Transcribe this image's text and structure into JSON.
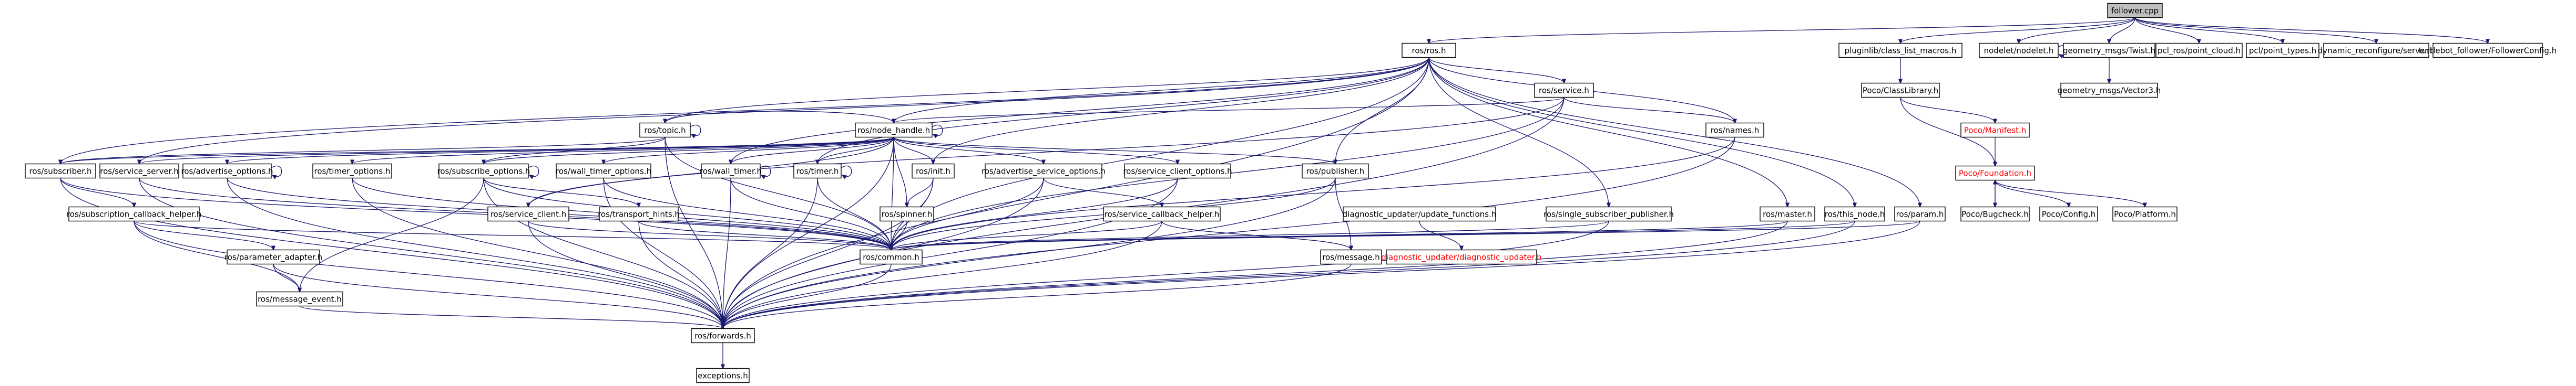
{
  "diagram": {
    "root": "follower.cpp",
    "nodes": [
      {
        "id": "n_follower",
        "label": "follower.cpp",
        "root": true
      },
      {
        "id": "n_ros",
        "label": "ros/ros.h"
      },
      {
        "id": "n_pluginlib",
        "label": "pluginlib/class_list_macros.h"
      },
      {
        "id": "n_nodelet",
        "label": "nodelet/nodelet.h"
      },
      {
        "id": "n_geotwist",
        "label": "geometry_msgs/Twist.h"
      },
      {
        "id": "n_pclros",
        "label": "pcl_ros/point_cloud.h"
      },
      {
        "id": "n_pcltypes",
        "label": "pcl/point_types.h"
      },
      {
        "id": "n_dynreconf",
        "label": "dynamic_reconfigure/server.h"
      },
      {
        "id": "n_turtlebot",
        "label": "turtlebot_follower/FollowerConfig.h"
      },
      {
        "id": "n_classlib",
        "label": "Poco/ClassLibrary.h"
      },
      {
        "id": "n_vector3",
        "label": "geometry_msgs/Vector3.h"
      },
      {
        "id": "n_manifest",
        "label": "Poco/Manifest.h",
        "broken": true
      },
      {
        "id": "n_foundation",
        "label": "Poco/Foundation.h",
        "broken": true
      },
      {
        "id": "n_bugcheck",
        "label": "Poco/Bugcheck.h"
      },
      {
        "id": "n_pococonfig",
        "label": "Poco/Config.h"
      },
      {
        "id": "n_platform",
        "label": "Poco/Platform.h"
      },
      {
        "id": "n_service",
        "label": "ros/service.h"
      },
      {
        "id": "n_names",
        "label": "ros/names.h"
      },
      {
        "id": "n_topic",
        "label": "ros/topic.h"
      },
      {
        "id": "n_nodehandle",
        "label": "ros/node_handle.h"
      },
      {
        "id": "n_subscriber",
        "label": "ros/subscriber.h"
      },
      {
        "id": "n_serviceserver",
        "label": "ros/service_server.h"
      },
      {
        "id": "n_advopts",
        "label": "ros/advertise_options.h"
      },
      {
        "id": "n_timeropts",
        "label": "ros/timer_options.h"
      },
      {
        "id": "n_subopts",
        "label": "ros/subscribe_options.h"
      },
      {
        "id": "n_walltimeropts",
        "label": "ros/wall_timer_options.h"
      },
      {
        "id": "n_walltimer",
        "label": "ros/wall_timer.h"
      },
      {
        "id": "n_timer",
        "label": "ros/timer.h"
      },
      {
        "id": "n_init",
        "label": "ros/init.h"
      },
      {
        "id": "n_advsrvopts",
        "label": "ros/advertise_service_options.h"
      },
      {
        "id": "n_srvclientopts",
        "label": "ros/service_client_options.h"
      },
      {
        "id": "n_publisher",
        "label": "ros/publisher.h"
      },
      {
        "id": "n_subcbhelper",
        "label": "ros/subscription_callback_helper.h"
      },
      {
        "id": "n_serviceclient",
        "label": "ros/service_client.h"
      },
      {
        "id": "n_transporthints",
        "label": "ros/transport_hints.h"
      },
      {
        "id": "n_spinner",
        "label": "ros/spinner.h"
      },
      {
        "id": "n_srvcbhelper",
        "label": "ros/service_callback_helper.h"
      },
      {
        "id": "n_diagupdfn",
        "label": "diagnostic_updater/update_functions.h"
      },
      {
        "id": "n_singlesubpub",
        "label": "ros/single_subscriber_publisher.h"
      },
      {
        "id": "n_master",
        "label": "ros/master.h"
      },
      {
        "id": "n_thisnode",
        "label": "ros/this_node.h"
      },
      {
        "id": "n_param",
        "label": "ros/param.h"
      },
      {
        "id": "n_paramadapter",
        "label": "ros/parameter_adapter.h"
      },
      {
        "id": "n_common",
        "label": "ros/common.h"
      },
      {
        "id": "n_message",
        "label": "ros/message.h"
      },
      {
        "id": "n_diagupd",
        "label": "diagnostic_updater/diagnostic_updater.h",
        "broken": true
      },
      {
        "id": "n_msgevent",
        "label": "ros/message_event.h"
      },
      {
        "id": "n_forwards",
        "label": "ros/forwards.h"
      },
      {
        "id": "n_exceptions",
        "label": "exceptions.h"
      }
    ],
    "edges": [
      [
        "n_follower",
        "n_ros"
      ],
      [
        "n_follower",
        "n_pluginlib"
      ],
      [
        "n_follower",
        "n_nodelet"
      ],
      [
        "n_follower",
        "n_geotwist"
      ],
      [
        "n_follower",
        "n_pclros"
      ],
      [
        "n_follower",
        "n_pcltypes"
      ],
      [
        "n_follower",
        "n_dynreconf"
      ],
      [
        "n_follower",
        "n_turtlebot"
      ],
      [
        "n_nodelet",
        "n_nodelet"
      ],
      [
        "n_pluginlib",
        "n_classlib"
      ],
      [
        "n_geotwist",
        "n_vector3"
      ],
      [
        "n_classlib",
        "n_manifest"
      ],
      [
        "n_classlib",
        "n_foundation"
      ],
      [
        "n_manifest",
        "n_foundation"
      ],
      [
        "n_foundation",
        "n_bugcheck"
      ],
      [
        "n_bugcheck",
        "n_foundation"
      ],
      [
        "n_foundation",
        "n_pococonfig"
      ],
      [
        "n_foundation",
        "n_platform"
      ],
      [
        "n_ros",
        "n_service"
      ],
      [
        "n_ros",
        "n_names"
      ],
      [
        "n_ros",
        "n_topic"
      ],
      [
        "n_ros",
        "n_nodehandle"
      ],
      [
        "n_ros",
        "n_init"
      ],
      [
        "n_ros",
        "n_publisher"
      ],
      [
        "n_ros",
        "n_timer"
      ],
      [
        "n_ros",
        "n_walltimer"
      ],
      [
        "n_ros",
        "n_singlesubpub"
      ],
      [
        "n_ros",
        "n_master"
      ],
      [
        "n_ros",
        "n_thisnode"
      ],
      [
        "n_ros",
        "n_param"
      ],
      [
        "n_ros",
        "n_common"
      ],
      [
        "n_ros",
        "n_forwards"
      ],
      [
        "n_ros",
        "n_serviceserver"
      ],
      [
        "n_ros",
        "n_subscriber"
      ],
      [
        "n_service",
        "n_nodehandle"
      ],
      [
        "n_service",
        "n_names"
      ],
      [
        "n_service",
        "n_common"
      ],
      [
        "n_service",
        "n_forwards"
      ],
      [
        "n_service",
        "n_serviceclient"
      ],
      [
        "n_topic",
        "n_nodehandle"
      ],
      [
        "n_topic",
        "n_subscriber"
      ],
      [
        "n_topic",
        "n_subopts"
      ],
      [
        "n_topic",
        "n_common"
      ],
      [
        "n_topic",
        "n_forwards"
      ],
      [
        "n_topic",
        "n_topic"
      ],
      [
        "n_nodehandle",
        "n_subscriber"
      ],
      [
        "n_nodehandle",
        "n_serviceserver"
      ],
      [
        "n_nodehandle",
        "n_advopts"
      ],
      [
        "n_nodehandle",
        "n_timeropts"
      ],
      [
        "n_nodehandle",
        "n_subopts"
      ],
      [
        "n_nodehandle",
        "n_walltimeropts"
      ],
      [
        "n_nodehandle",
        "n_walltimer"
      ],
      [
        "n_nodehandle",
        "n_timer"
      ],
      [
        "n_nodehandle",
        "n_init"
      ],
      [
        "n_nodehandle",
        "n_advsrvopts"
      ],
      [
        "n_nodehandle",
        "n_srvclientopts"
      ],
      [
        "n_nodehandle",
        "n_publisher"
      ],
      [
        "n_nodehandle",
        "n_serviceclient"
      ],
      [
        "n_nodehandle",
        "n_spinner"
      ],
      [
        "n_nodehandle",
        "n_common"
      ],
      [
        "n_nodehandle",
        "n_forwards"
      ],
      [
        "n_nodehandle",
        "n_nodehandle"
      ],
      [
        "n_subscriber",
        "n_common"
      ],
      [
        "n_subscriber",
        "n_forwards"
      ],
      [
        "n_subscriber",
        "n_subcbhelper"
      ],
      [
        "n_serviceserver",
        "n_common"
      ],
      [
        "n_serviceserver",
        "n_forwards"
      ],
      [
        "n_advopts",
        "n_common"
      ],
      [
        "n_advopts",
        "n_forwards"
      ],
      [
        "n_advopts",
        "n_advopts"
      ],
      [
        "n_timeropts",
        "n_common"
      ],
      [
        "n_timeropts",
        "n_forwards"
      ],
      [
        "n_subopts",
        "n_common"
      ],
      [
        "n_subopts",
        "n_transporthints"
      ],
      [
        "n_subopts",
        "n_msgevent"
      ],
      [
        "n_subopts",
        "n_forwards"
      ],
      [
        "n_subopts",
        "n_subopts"
      ],
      [
        "n_walltimeropts",
        "n_common"
      ],
      [
        "n_walltimeropts",
        "n_forwards"
      ],
      [
        "n_walltimer",
        "n_common"
      ],
      [
        "n_walltimer",
        "n_forwards"
      ],
      [
        "n_walltimer",
        "n_walltimer"
      ],
      [
        "n_timer",
        "n_common"
      ],
      [
        "n_timer",
        "n_forwards"
      ],
      [
        "n_timer",
        "n_timer"
      ],
      [
        "n_init",
        "n_spinner"
      ],
      [
        "n_init",
        "n_common"
      ],
      [
        "n_init",
        "n_forwards"
      ],
      [
        "n_advsrvopts",
        "n_srvcbhelper"
      ],
      [
        "n_advsrvopts",
        "n_common"
      ],
      [
        "n_advsrvopts",
        "n_forwards"
      ],
      [
        "n_srvclientopts",
        "n_common"
      ],
      [
        "n_srvclientopts",
        "n_forwards"
      ],
      [
        "n_publisher",
        "n_common"
      ],
      [
        "n_publisher",
        "n_message"
      ],
      [
        "n_publisher",
        "n_forwards"
      ],
      [
        "n_subcbhelper",
        "n_paramadapter"
      ],
      [
        "n_subcbhelper",
        "n_msgevent"
      ],
      [
        "n_subcbhelper",
        "n_common"
      ],
      [
        "n_subcbhelper",
        "n_forwards"
      ],
      [
        "n_serviceclient",
        "n_common"
      ],
      [
        "n_serviceclient",
        "n_forwards"
      ],
      [
        "n_transporthints",
        "n_common"
      ],
      [
        "n_transporthints",
        "n_forwards"
      ],
      [
        "n_spinner",
        "n_common"
      ],
      [
        "n_srvcbhelper",
        "n_common"
      ],
      [
        "n_srvcbhelper",
        "n_message"
      ],
      [
        "n_srvcbhelper",
        "n_forwards"
      ],
      [
        "n_diagupdfn",
        "n_diagupd"
      ],
      [
        "n_singlesubpub",
        "n_common"
      ],
      [
        "n_singlesubpub",
        "n_forwards"
      ],
      [
        "n_master",
        "n_common"
      ],
      [
        "n_master",
        "n_forwards"
      ],
      [
        "n_thisnode",
        "n_common"
      ],
      [
        "n_thisnode",
        "n_forwards"
      ],
      [
        "n_param",
        "n_common"
      ],
      [
        "n_param",
        "n_forwards"
      ],
      [
        "n_paramadapter",
        "n_msgevent"
      ],
      [
        "n_paramadapter",
        "n_forwards"
      ],
      [
        "n_common",
        "n_forwards"
      ],
      [
        "n_message",
        "n_forwards"
      ],
      [
        "n_msgevent",
        "n_forwards"
      ],
      [
        "n_names",
        "n_common"
      ],
      [
        "n_names",
        "n_forwards"
      ],
      [
        "n_forwards",
        "n_exceptions"
      ]
    ]
  }
}
